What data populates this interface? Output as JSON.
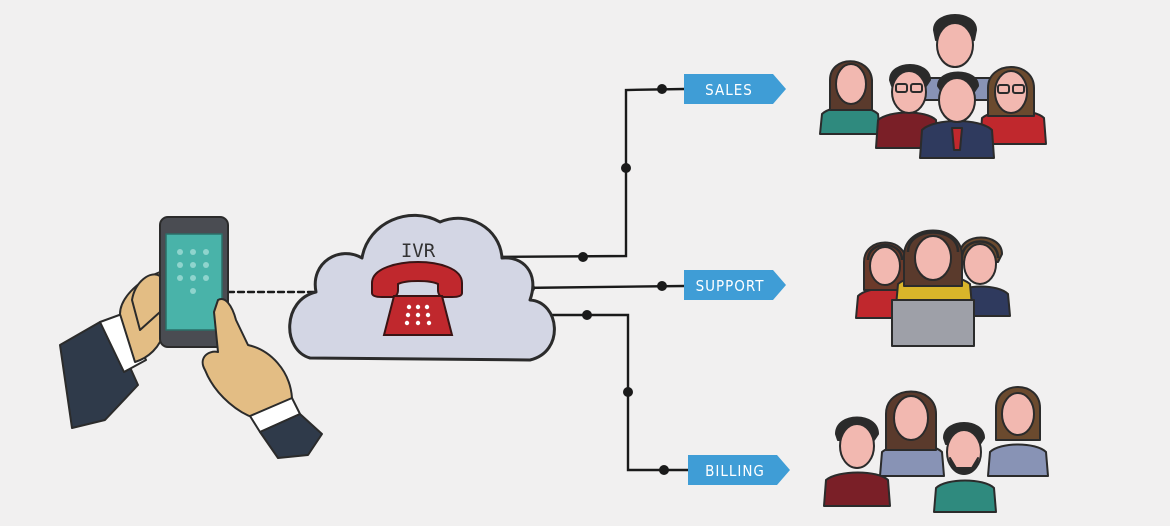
{
  "cloud": {
    "label": "IVR"
  },
  "departments": {
    "sales": {
      "label": "SALES"
    },
    "support": {
      "label": "SUPPORT"
    },
    "billing": {
      "label": "BILLING"
    }
  },
  "colors": {
    "background": "#f1f0f0",
    "tag_blue": "#3f9dd6",
    "phone_red": "#c0282d",
    "cloud_fill": "#d3d6e4",
    "line": "#1a1a1a"
  }
}
